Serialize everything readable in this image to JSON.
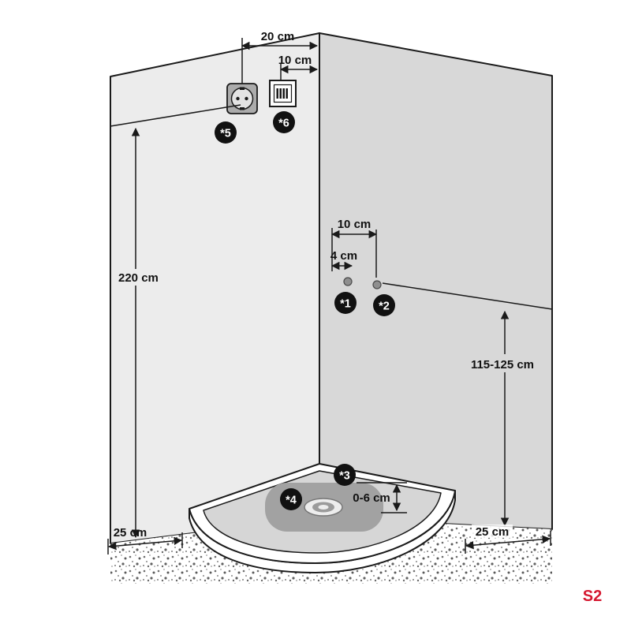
{
  "sheet": {
    "code": "S2"
  },
  "dims": {
    "top_socket_offset": "20 cm",
    "top_box_offset": "10 cm",
    "wall_height": "220 cm",
    "mid_offset_10": "10 cm",
    "mid_offset_4": "4 cm",
    "connection_height": "115-125 cm",
    "tray_height": "0-6 cm",
    "left_clearance": "25 cm",
    "right_clearance": "25 cm"
  },
  "markers": {
    "m1": "*1",
    "m2": "*2",
    "m3": "*3",
    "m4": "*4",
    "m5": "*5",
    "m6": "*6"
  },
  "icons": {
    "power_socket": "schuko-socket-icon",
    "junction_box": "junction-box-icon"
  },
  "colors": {
    "accent_red": "#d5172f",
    "wall_left": "#ececec",
    "wall_right": "#d8d8d8",
    "line": "#1a1a1a",
    "tray_basin": "#d6d6d6",
    "tray_pad": "#a2a2a2"
  }
}
